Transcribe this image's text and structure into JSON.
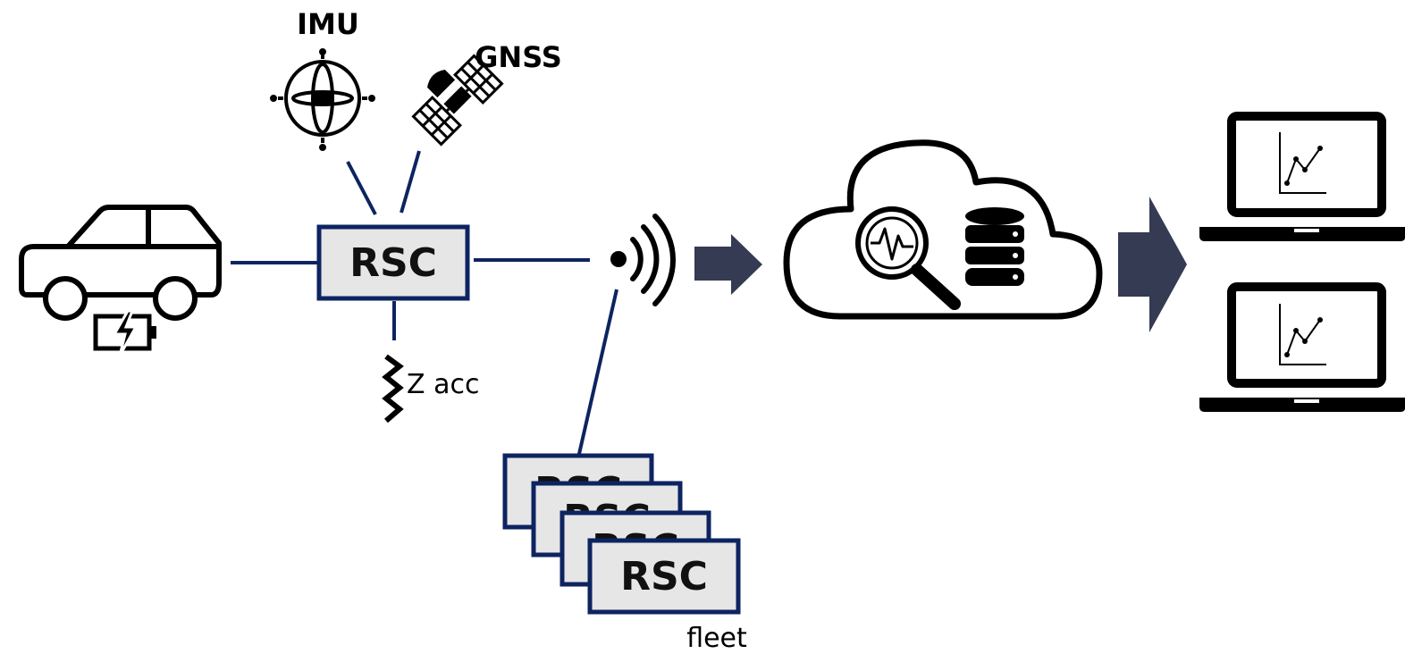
{
  "labels": {
    "imu": "IMU",
    "gnss": "GNSS",
    "z_acc": "Z acc",
    "fleet": "fleet",
    "rsc": "RSC"
  },
  "fleet_box_labels": [
    "RSC",
    "RSC",
    "RSC",
    "RSC"
  ],
  "colors": {
    "box_border": "#0d2461",
    "box_fill": "#e6e6e6",
    "connector": "#0d2461",
    "arrow": "#343b52",
    "icon": "#000000"
  },
  "icons": [
    "car-icon",
    "battery-charging-icon",
    "imu-gyroscope-icon",
    "satellite-icon",
    "accelerometer-zigzag-icon",
    "wireless-signal-icon",
    "cloud-icon",
    "magnifier-waveform-icon",
    "database-icon",
    "laptop-chart-icon"
  ]
}
